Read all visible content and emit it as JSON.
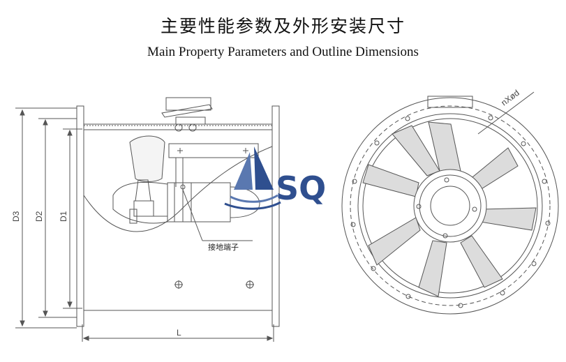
{
  "header": {
    "title_cn": "主要性能参数及外形安装尺寸",
    "title_en": "Main Property Parameters and Outline Dimensions"
  },
  "side_view": {
    "dim_d3": "D3",
    "dim_d2": "D2",
    "dim_d1": "D1",
    "dim_l": "L",
    "terminal_label": "接地端子"
  },
  "front_view": {
    "hole_label": "nXød"
  },
  "logo": {
    "text": "SQ",
    "color": "#2f4f8f"
  },
  "colors": {
    "line": "#555555",
    "blade_fill": "#dcdcdc"
  }
}
